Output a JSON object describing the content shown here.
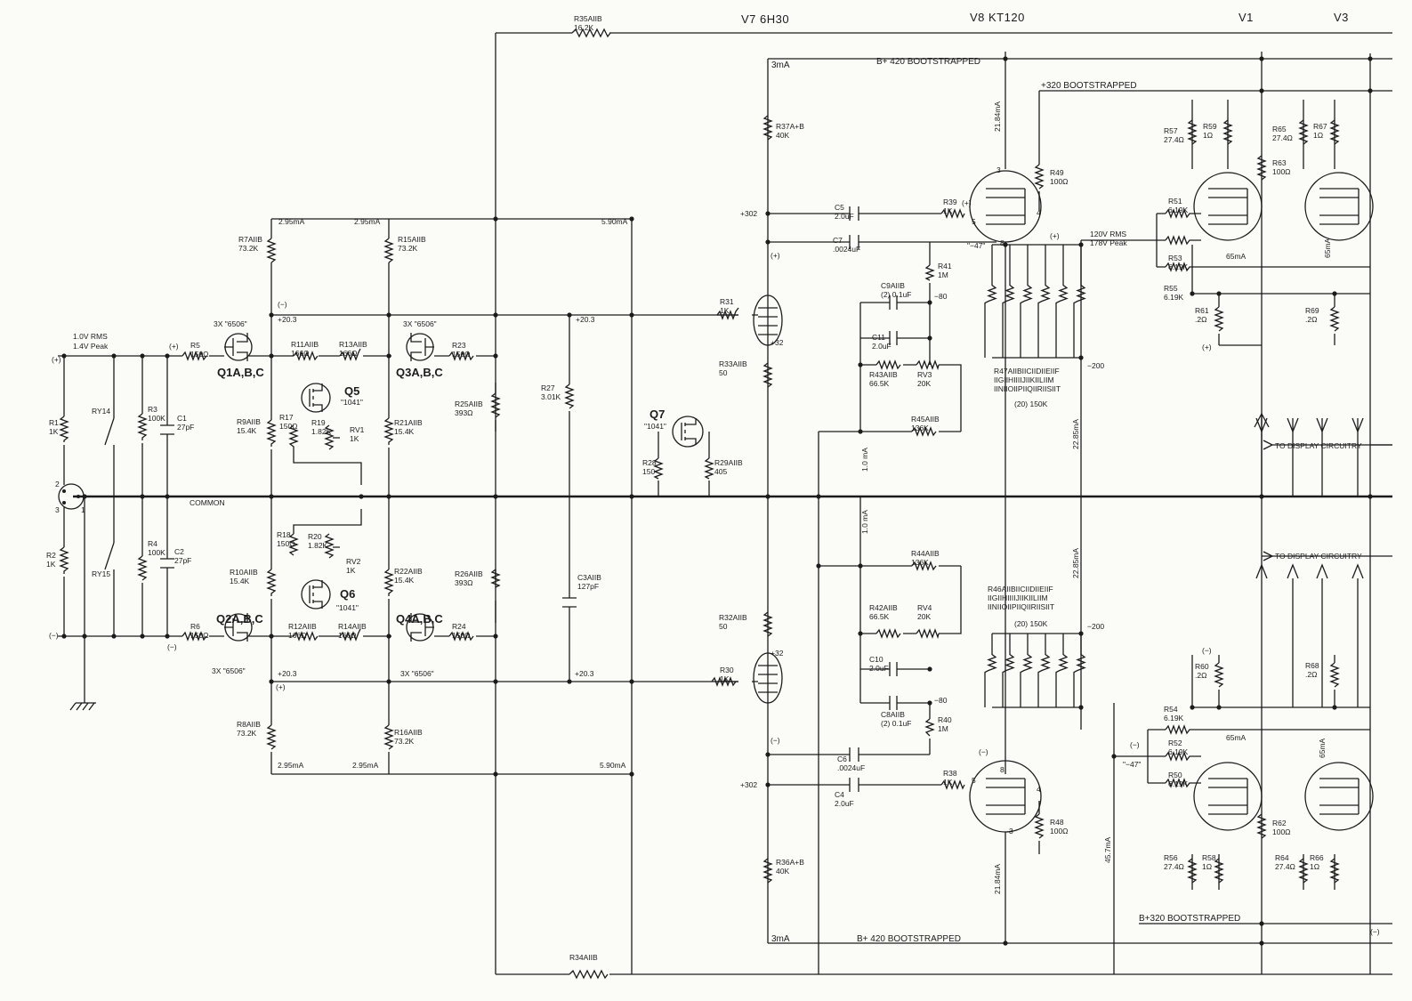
{
  "tubes_header": {
    "v7": "V7  6H30",
    "v8": "V8  KT120",
    "v1": "V1",
    "v3": "V3"
  },
  "rails": {
    "b420_top": "B+ 420 BOOTSTRAPPED",
    "b320_top": "+320 BOOTSTRAPPED",
    "b420_bottom": "B+ 420 BOOTSTRAPPED",
    "b320_bottom": "B+320 BOOTSTRAPPED",
    "ma3_top": "3mA",
    "ma3_bottom": "3mA",
    "common": "COMMON"
  },
  "input": {
    "level": "1.0V RMS",
    "peak": "1.4V Peak",
    "plus": "(+)",
    "minus": "(−)",
    "pin2": "2",
    "pin3": "3",
    "pin1": "1"
  },
  "currents": {
    "a": "2.95mA",
    "b": "2.95mA",
    "c": "5.90mA",
    "d": "2.95mA",
    "e": "2.95mA",
    "f": "5.90mA",
    "g": "21.84mA",
    "h": "22.85mA",
    "i": "22.85mA",
    "j": "21.84mA",
    "k": "1.0 mA",
    "l": "1.0 mA",
    "m": "45.7mA",
    "n": "65mA",
    "o": "65mA",
    "p": "65mA",
    "q": "65mA"
  },
  "voltages": {
    "v203a": "+20.3",
    "v203b": "+20.3",
    "v203c": "+20.3",
    "v203d": "+20.3",
    "v302a": "+302",
    "v302b": "+302",
    "v32a": "+32",
    "v32b": "+32",
    "n80a": "−80",
    "n80b": "−80",
    "n200a": "−200",
    "n200b": "−200",
    "n47a": "\"−47\"",
    "n47b": "\"−47\"",
    "out_rms": "120V RMS",
    "out_peak": "178V Peak"
  },
  "polarity": {
    "p1": "(+)",
    "p2": "(−)",
    "p3": "(+)",
    "p4": "(−)",
    "p5": "(+)",
    "p6": "(−)",
    "p7": "(+)",
    "p8": "(+)",
    "p9": "(−)",
    "p10": "(+)",
    "p11": "(−)",
    "p12": "(−)",
    "p13": "(−)"
  },
  "semis": {
    "q1": "Q1A,B,C",
    "q2": "Q2A,B,C",
    "q3": "Q3A,B,C",
    "q4": "Q4A,B,C",
    "q5": "Q5",
    "q6": "Q6",
    "q7": "Q7",
    "jfet1": "3X \"6506\"",
    "jfet2": "3X \"6506\"",
    "jfet3": "3X \"6506\"",
    "jfet4": "3X \"6506\"",
    "mos1": "\"1041\"",
    "mos2": "\"1041\"",
    "mos3": "\"1041\""
  },
  "relays": {
    "ry14": "RY14",
    "ry15": "RY15"
  },
  "resistors": [
    {
      "n": "R35AIIB",
      "v": "16.2K"
    },
    {
      "n": "R1",
      "v": "1K"
    },
    {
      "n": "R2",
      "v": "1K"
    },
    {
      "n": "R3",
      "v": "100K"
    },
    {
      "n": "R4",
      "v": "100K"
    },
    {
      "n": "R5",
      "v": "150Ω"
    },
    {
      "n": "R6",
      "v": "150Ω"
    },
    {
      "n": "R7AIIB",
      "v": "73.2K"
    },
    {
      "n": "R8AIIB",
      "v": "73.2K"
    },
    {
      "n": "R9AIIB",
      "v": "15.4K"
    },
    {
      "n": "R10AIIB",
      "v": "15.4K"
    },
    {
      "n": "R11AIIB",
      "v": "166Ω"
    },
    {
      "n": "R12AIIB",
      "v": "166Ω"
    },
    {
      "n": "R13AIIB",
      "v": "166Ω"
    },
    {
      "n": "R14AIIB",
      "v": "166Ω"
    },
    {
      "n": "R15AIIB",
      "v": "73.2K"
    },
    {
      "n": "R16AIIB",
      "v": "73.2K"
    },
    {
      "n": "R17",
      "v": "150Ω"
    },
    {
      "n": "R18",
      "v": "150Ω"
    },
    {
      "n": "R19",
      "v": "1.82K"
    },
    {
      "n": "R20",
      "v": "1.82K"
    },
    {
      "n": "RV1",
      "v": "1K"
    },
    {
      "n": "RV2",
      "v": "1K"
    },
    {
      "n": "R21AIIB",
      "v": "15.4K"
    },
    {
      "n": "R22AIIB",
      "v": "15.4K"
    },
    {
      "n": "R23",
      "v": "150Ω"
    },
    {
      "n": "R24",
      "v": "150Ω"
    },
    {
      "n": "R25AIIB",
      "v": "393Ω"
    },
    {
      "n": "R26AIIB",
      "v": "393Ω"
    },
    {
      "n": "R27",
      "v": "3.01K"
    },
    {
      "n": "R28",
      "v": "150"
    },
    {
      "n": "R29AIIB",
      "v": "405"
    },
    {
      "n": "R30",
      "v": "1K"
    },
    {
      "n": "R31",
      "v": "1K"
    },
    {
      "n": "R32AIIB",
      "v": "50"
    },
    {
      "n": "R33AIIB",
      "v": "50"
    },
    {
      "n": "R34AIIB",
      "v": ""
    },
    {
      "n": "R36A+B",
      "v": "40K"
    },
    {
      "n": "R37A+B",
      "v": "40K"
    },
    {
      "n": "R38",
      "v": "1K"
    },
    {
      "n": "R39",
      "v": "1K"
    },
    {
      "n": "R40",
      "v": "1M"
    },
    {
      "n": "R41",
      "v": "1M"
    },
    {
      "n": "R42AIIB",
      "v": "66.5K"
    },
    {
      "n": "R43AIIB",
      "v": "66.5K"
    },
    {
      "n": "RV3",
      "v": "20K"
    },
    {
      "n": "RV4",
      "v": "20K"
    },
    {
      "n": "R44AIIB",
      "v": "136K"
    },
    {
      "n": "R45AIIB",
      "v": "136K"
    },
    {
      "n": "R48",
      "v": "100Ω"
    },
    {
      "n": "R49",
      "v": "100Ω"
    },
    {
      "n": "R50",
      "v": "6.19K"
    },
    {
      "n": "R51",
      "v": "6.19K"
    },
    {
      "n": "R52",
      "v": "6.19K"
    },
    {
      "n": "R53",
      "v": "6.19K"
    },
    {
      "n": "R54",
      "v": "6.19K"
    },
    {
      "n": "R55",
      "v": "6.19K"
    },
    {
      "n": "R56",
      "v": "27.4Ω"
    },
    {
      "n": "R57",
      "v": "27.4Ω"
    },
    {
      "n": "R58",
      "v": "1Ω"
    },
    {
      "n": "R59",
      "v": "1Ω"
    },
    {
      "n": "R60",
      "v": ".2Ω"
    },
    {
      "n": "R61",
      "v": ".2Ω"
    },
    {
      "n": "R62",
      "v": "100Ω"
    },
    {
      "n": "R63",
      "v": "100Ω"
    },
    {
      "n": "R64",
      "v": "27.4Ω"
    },
    {
      "n": "R65",
      "v": "27.4Ω"
    },
    {
      "n": "R66",
      "v": "1Ω"
    },
    {
      "n": "R67",
      "v": "1Ω"
    },
    {
      "n": "R68",
      "v": ".2Ω"
    },
    {
      "n": "R69",
      "v": ".2Ω"
    }
  ],
  "banks": {
    "top_l1": "R47AIIBIICIIDIIEIIF",
    "top_l2": "IIGIIHIIIIJIIKIILIIM",
    "top_l3": "IINIIOIIPIIQIIRIISIIT",
    "top_count": "(20) 150K",
    "bot_l1": "R46AIIBIICIIDIIEIIF",
    "bot_l2": "IIGIIHIIIIJIIKIILIIM",
    "bot_l3": "IINIIOIIPIIQIIRIISIIT",
    "bot_count": "(20) 150K"
  },
  "capacitors": [
    {
      "n": "C1",
      "v": "27pF"
    },
    {
      "n": "C2",
      "v": "27pF"
    },
    {
      "n": "C3AIIB",
      "v": "127pF"
    },
    {
      "n": "C4",
      "v": "2.0uF"
    },
    {
      "n": "C5",
      "v": "2.0uF"
    },
    {
      "n": "C6",
      "v": ".0024uF"
    },
    {
      "n": "C7",
      "v": ".0024uF"
    },
    {
      "n": "C8AIIB",
      "v": "(2) 0.1uF"
    },
    {
      "n": "C9AIIB",
      "v": "(2) 0.1uF"
    },
    {
      "n": "C10",
      "v": "2.0uF"
    },
    {
      "n": "C11",
      "v": "2.0uF"
    }
  ],
  "pins": {
    "p3": "3",
    "p4": "4",
    "p5": "5",
    "p8": "8"
  },
  "display_top": "TO DISPLAY CIRCUITRY",
  "display_bottom": "TO DISPLAY CIRCUITRY"
}
